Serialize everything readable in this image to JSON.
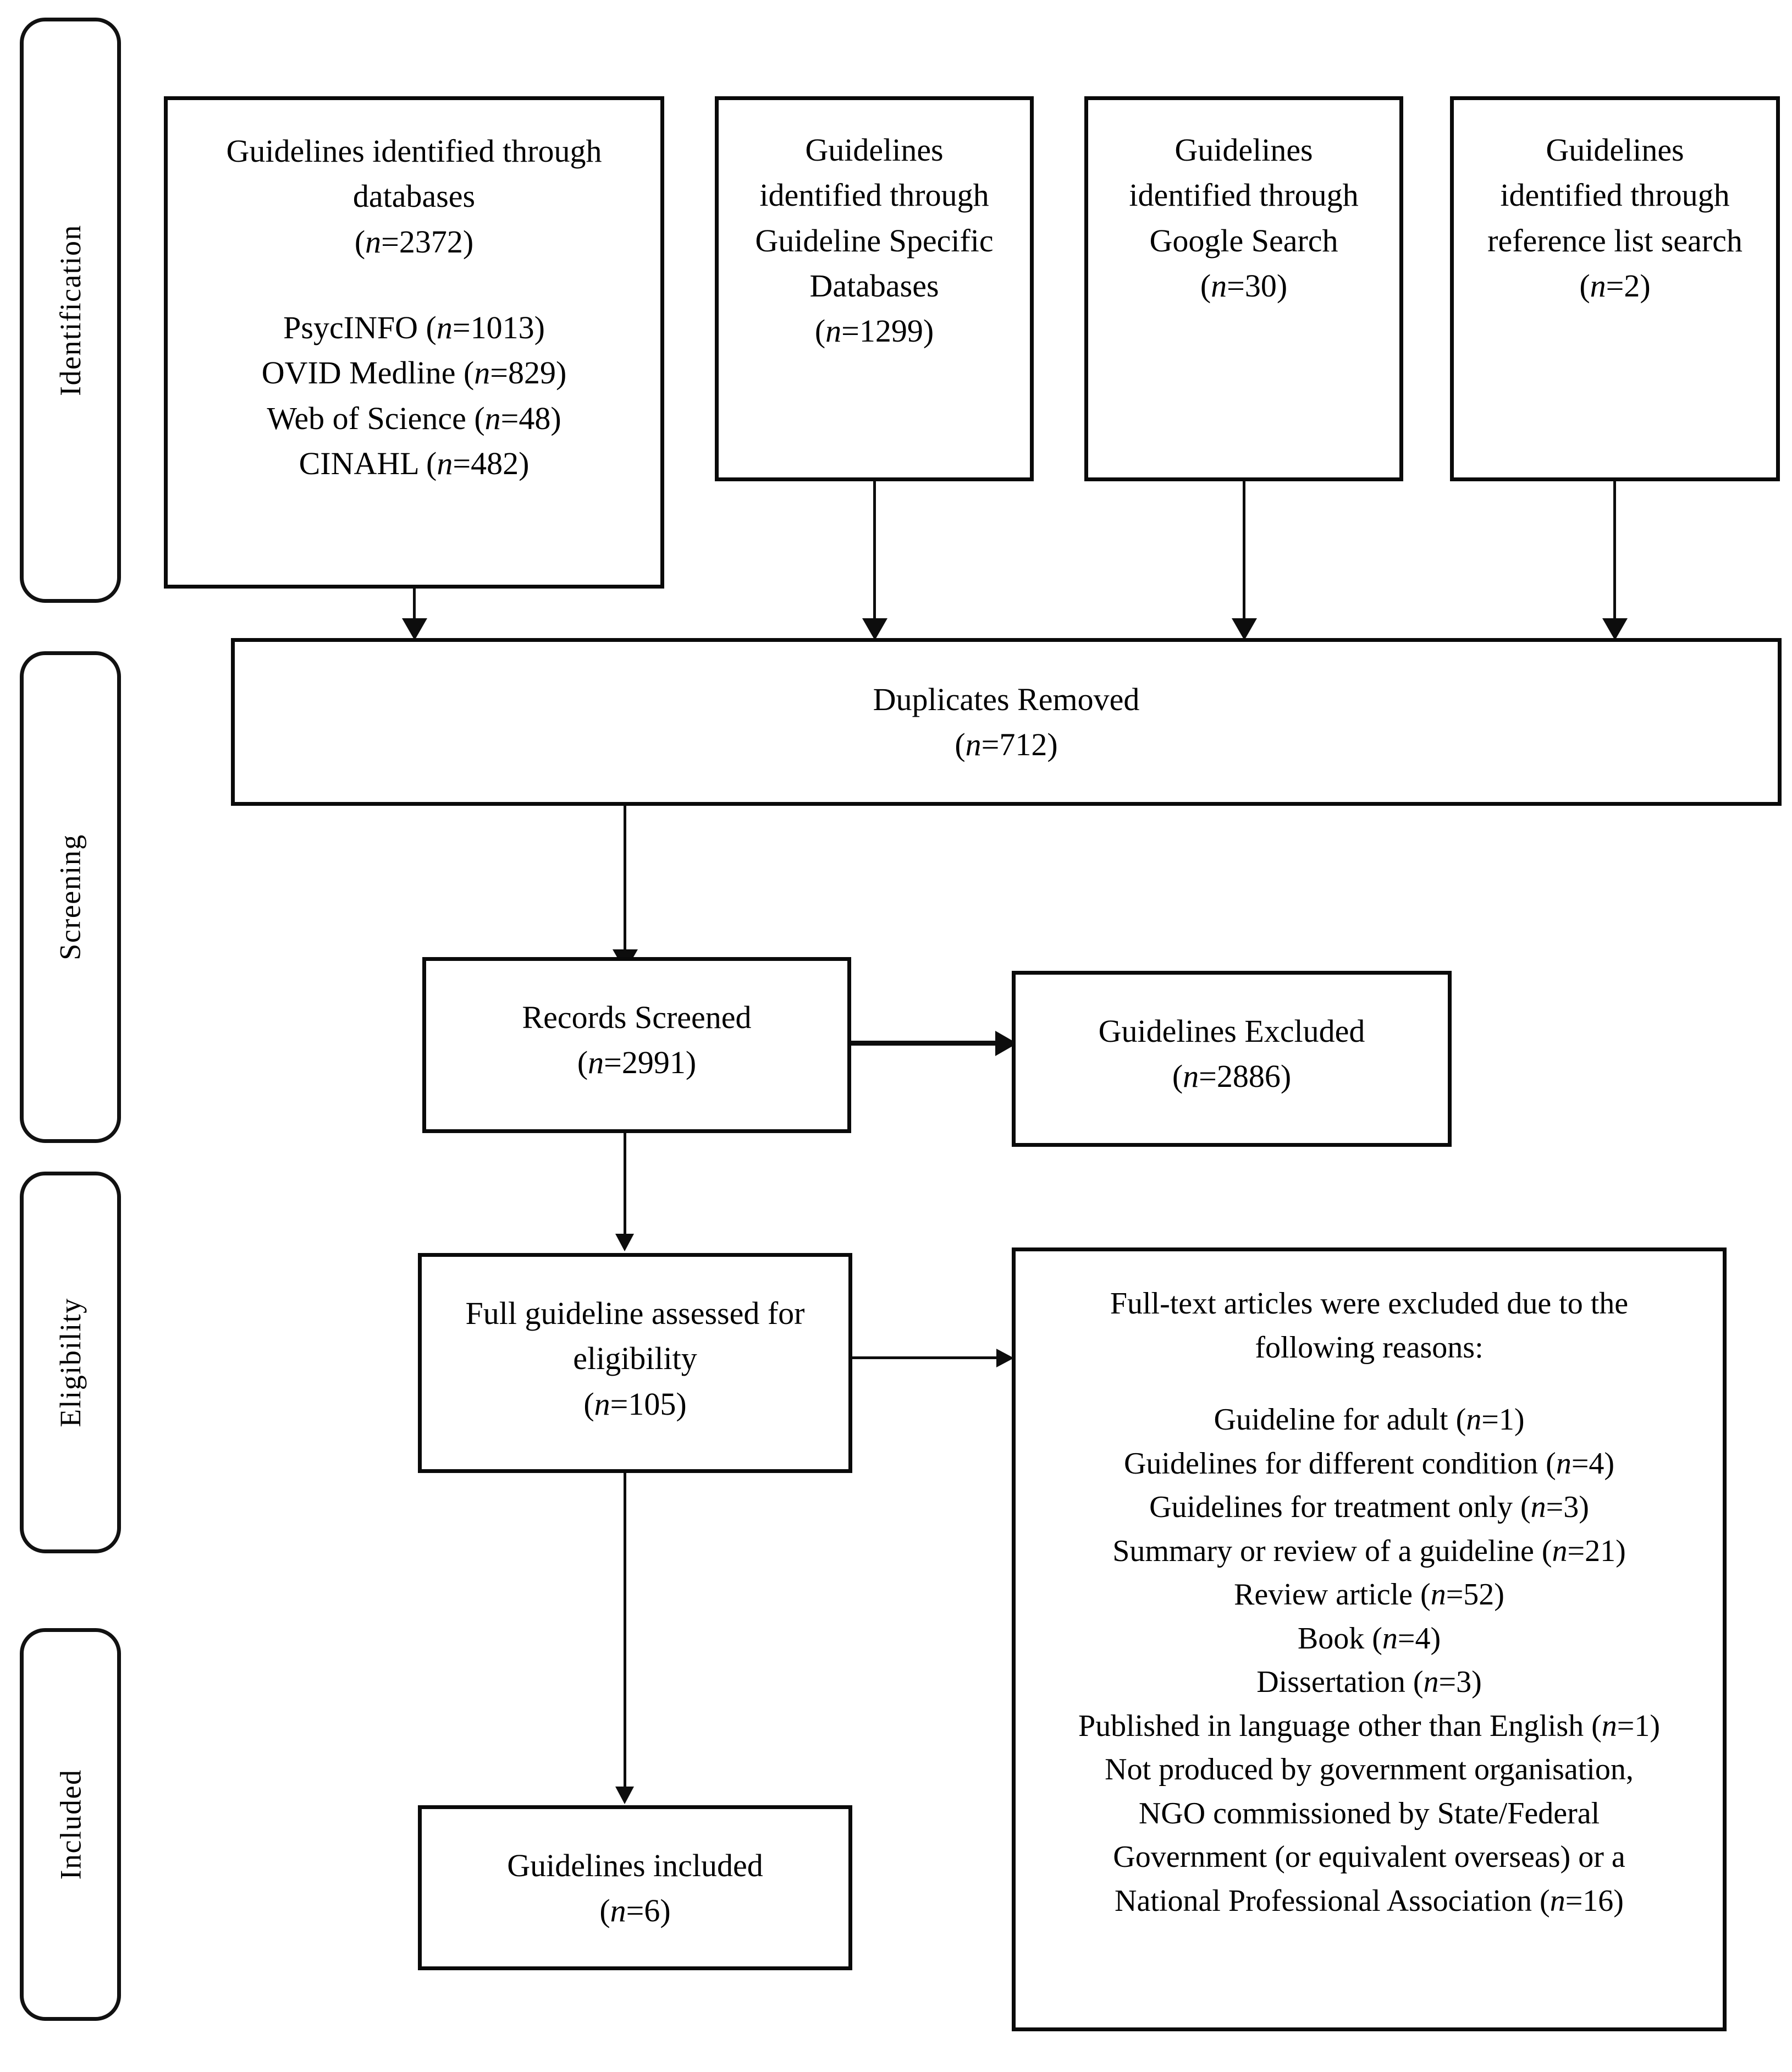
{
  "diagram": {
    "type": "prisma-flow-diagram",
    "stages": [
      {
        "id": "identification",
        "label": "Identification"
      },
      {
        "id": "screening",
        "label": "Screening"
      },
      {
        "id": "eligibility",
        "label": "Eligibility"
      },
      {
        "id": "included",
        "label": "Included"
      }
    ],
    "identification": {
      "databases_box": {
        "line1": "Guidelines identified through",
        "line2": "databases",
        "count": "(n=2372)",
        "sources": [
          {
            "name": "PsycINFO",
            "count": "(n=1013)"
          },
          {
            "name": "OVID Medline",
            "count": "(n=829)"
          },
          {
            "name": "Web of Science",
            "count": "(n=48)"
          },
          {
            "name": "CINAHL",
            "count": "(n=482)"
          }
        ]
      },
      "guideline_specific_box": {
        "line1": "Guidelines",
        "line2": "identified through",
        "line3": "Guideline Specific",
        "line4": "Databases",
        "count": "(n=1299)"
      },
      "google_box": {
        "line1": "Guidelines",
        "line2": "identified through",
        "line3": "Google Search",
        "count": "(n=30)"
      },
      "reference_box": {
        "line1": "Guidelines",
        "line2": "identified through",
        "line3": "reference list search",
        "count": "(n=2)"
      }
    },
    "screening": {
      "duplicates_box": {
        "title": "Duplicates Removed",
        "count": "(n=712)"
      },
      "records_screened_box": {
        "title": "Records Screened",
        "count": "(n=2991)"
      },
      "guidelines_excluded_box": {
        "title": "Guidelines Excluded",
        "count": "(n=2886)"
      }
    },
    "eligibility": {
      "full_guideline_box": {
        "line1": "Full guideline assessed for",
        "line2": "eligibility",
        "count": "(n=105)"
      },
      "exclusion_reasons_box": {
        "heading_line1": "Full-text articles were excluded due to the",
        "heading_line2": "following reasons:",
        "reasons": [
          {
            "text": "Guideline for adult",
            "count": "(n=1)"
          },
          {
            "text": "Guidelines for different condition",
            "count": "(n=4)"
          },
          {
            "text": "Guidelines for treatment only",
            "count": "(n=3)"
          },
          {
            "text": "Summary or review of a guideline",
            "count": "(n=21)"
          },
          {
            "text": "Review article",
            "count": "(n=52)"
          },
          {
            "text": "Book",
            "count": "(n=4)"
          },
          {
            "text": "Dissertation",
            "count": "(n=3)"
          },
          {
            "text": "Published in language other than English",
            "count": "(n=1)"
          }
        ],
        "last_reason_lines": [
          "Not produced by government organisation,",
          "NGO commissioned by State/Federal",
          "Government (or equivalent overseas) or a",
          "National Professional Association (n=16)"
        ]
      }
    },
    "included": {
      "guidelines_included_box": {
        "title": "Guidelines included",
        "count": "(n=6)"
      }
    }
  }
}
